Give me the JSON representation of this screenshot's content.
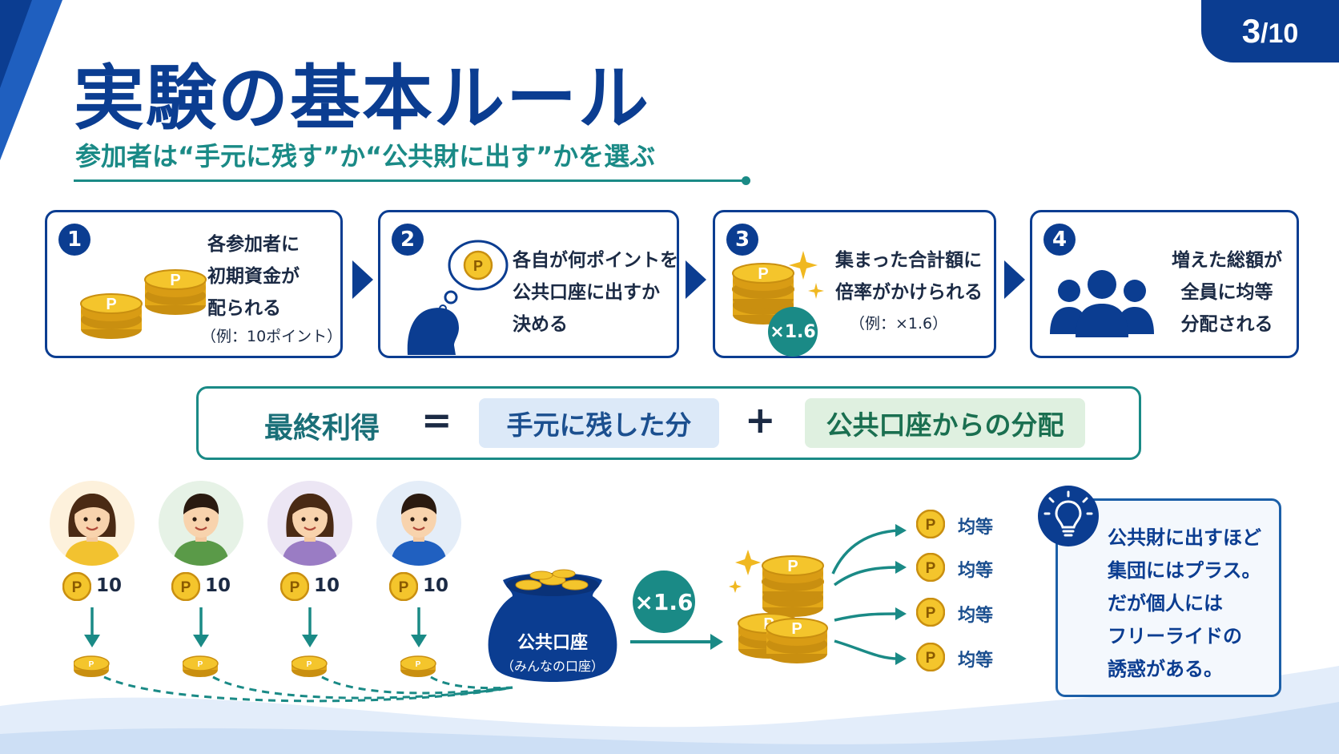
{
  "page": {
    "current": "3",
    "total": "/10"
  },
  "title": "実験の基本ルール",
  "subtitle": "参加者は“手元に残す”か“公共財に出す”かを選ぶ",
  "steps": [
    {
      "number": "1",
      "lines": [
        "各参加者に",
        "初期資金が",
        "配られる"
      ],
      "note": "（例：10ポイント）"
    },
    {
      "number": "2",
      "lines": [
        "各自が何ポイントを",
        "公共口座に出すか",
        "決める"
      ]
    },
    {
      "number": "3",
      "lines": [
        "集まった合計額に",
        "倍率がかけられる"
      ],
      "note": "（例：×1.6）",
      "badge": "×1.6"
    },
    {
      "number": "4",
      "lines": [
        "増えた総額が",
        "全員に均等",
        "分配される"
      ]
    }
  ],
  "formula": {
    "left": "最終利得",
    "eq": "=",
    "term1": "手元に残した分",
    "plus": "+",
    "term2": "公共口座からの分配"
  },
  "participants": [
    {
      "amount": "10",
      "shirt": "#f2c230",
      "bg": "#fdf1dc"
    },
    {
      "amount": "10",
      "shirt": "#5a9a48",
      "bg": "#e6f2e6"
    },
    {
      "amount": "10",
      "shirt": "#9a7cc4",
      "bg": "#ece6f4"
    },
    {
      "amount": "10",
      "shirt": "#2060c0",
      "bg": "#e4edf8"
    }
  ],
  "pot": {
    "label": "公共口座",
    "sub": "（みんなの口座）"
  },
  "multiplier": "×1.6",
  "coin_letter": "P",
  "shares": [
    "均等",
    "均等",
    "均等",
    "均等"
  ],
  "tip": {
    "icon": "lightbulb-icon",
    "lines": [
      "公共財に出すほど",
      "集団にはプラス。",
      "だが個人には",
      "フリーライドの",
      "誘惑がある。"
    ]
  },
  "colors": {
    "navy": "#0b3d91",
    "teal": "#1a8a86",
    "gold": "#f0b820",
    "blue_box": "#dce9f8",
    "green_box": "#dff0e0"
  }
}
